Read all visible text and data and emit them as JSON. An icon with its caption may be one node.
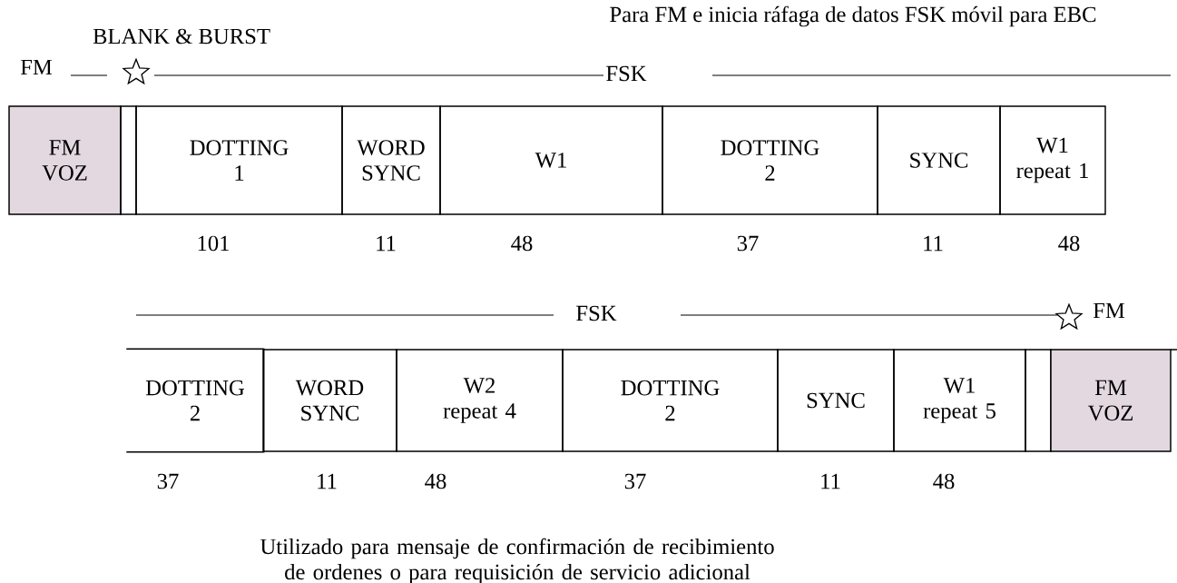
{
  "diagram": {
    "caption": "Utilizado para mensaje de confirmación de recibimiento de ordenes o para requisición de servicio adicional",
    "nodes": [
      {
        "text": [
          "FM VOZ"
        ]
      },
      {
        "text": [],
        "shape": "box"
      },
      {
        "text": [
          "DOTTING 1"
        ]
      },
      {
        "text": [
          "WORD SYNC"
        ]
      },
      {
        "text": [
          "W1"
        ]
      },
      {
        "text": [
          "DOTTING 2"
        ]
      },
      {
        "text": [
          "SYNC"
        ]
      },
      {
        "text": [
          "W1 repeat 1"
        ]
      },
      {
        "text": [
          "DOTTING 2"
        ]
      },
      {
        "text": [
          "WORD SYNC"
        ]
      },
      {
        "text": [
          "W2 repeat 4"
        ]
      },
      {
        "text": [
          "DOTTING 2"
        ]
      },
      {
        "text": [
          "SYNC"
        ]
      },
      {
        "text": [
          "W1 repeat 5"
        ]
      },
      {
        "text": [],
        "shape": "box"
      },
      {
        "text": [
          "FM VOZ"
        ]
      }
    ],
    "labels": [
      "Para FM e inicia ráfaga de datos FSK móvil para EBC",
      "BLANK & BURST",
      "FM",
      "FSK",
      "101",
      "11",
      "48",
      "37",
      "11",
      "48",
      "FSK",
      "FM",
      "37",
      "11",
      "48",
      "37",
      "11",
      "48"
    ]
  }
}
